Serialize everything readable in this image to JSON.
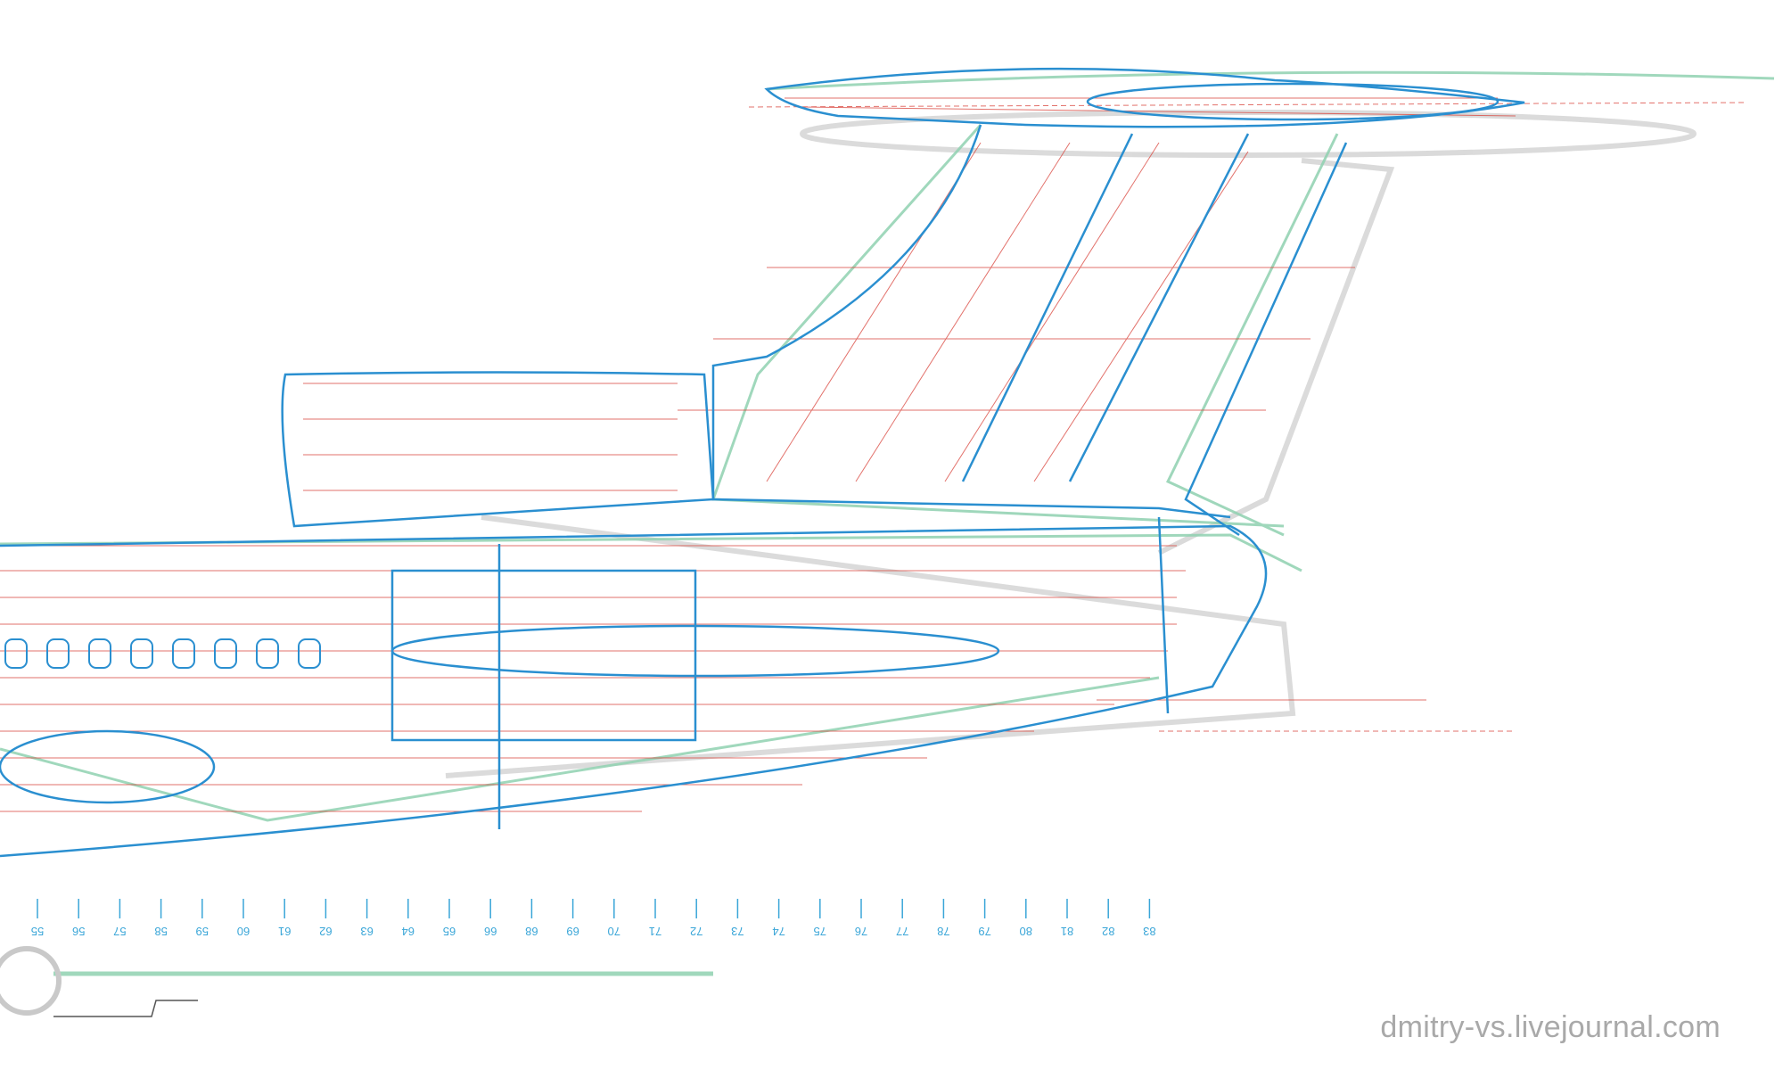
{
  "watermark": "dmitry-vs.livejournal.com",
  "frame_labels": [
    "55",
    "56",
    "57",
    "58",
    "59",
    "60",
    "61",
    "62",
    "63",
    "64",
    "65",
    "66",
    "68",
    "69",
    "70",
    "71",
    "72",
    "73",
    "74",
    "75",
    "76",
    "77",
    "78",
    "79",
    "80",
    "81",
    "82",
    "83"
  ],
  "colors": {
    "blue": "#2a8fd0",
    "red": "#d9423a",
    "green": "#8fd1b0",
    "gray": "#b9b9b9",
    "label": "#3aa6d8"
  }
}
